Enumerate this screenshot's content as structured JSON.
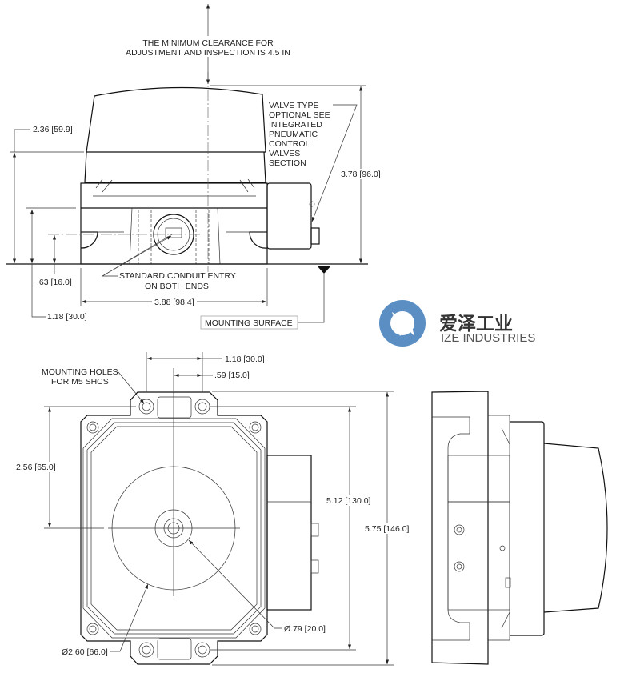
{
  "front_view": {
    "clearance_note_line1": "THE MINIMUM CLEARANCE FOR",
    "clearance_note_line2": "ADJUSTMENT AND INSPECTION IS 4.5 IN",
    "valve_note": [
      "VALVE TYPE",
      "OPTIONAL SEE",
      "INTEGRATED",
      "PNEUMATIC",
      "CONTROL",
      "VALVES",
      "SECTION"
    ],
    "dim_height_total": "3.78 [96.0]",
    "dim_height_body": "2.36 [59.9]",
    "dim_height_base": "1.18 [30.0]",
    "dim_conduit_height": ".63 [16.0]",
    "dim_width": "3.88 [98.4]",
    "conduit_note_line1": "STANDARD CONDUIT ENTRY",
    "conduit_note_line2": "ON BOTH ENDS",
    "mounting_surface": "MOUNTING SURFACE"
  },
  "top_view": {
    "mounting_holes_line1": "MOUNTING HOLES",
    "mounting_holes_line2": "FOR M5 SHCS",
    "dim_hole_spacing": "1.18 [30.0]",
    "dim_hole_offset": ".59 [15.0]",
    "dim_half_height": "2.56 [65.0]",
    "dim_hole_pitch": "5.12 [130.0]",
    "dim_overall_height": "5.75 [146.0]",
    "dim_small_dia": "Ø.79 [20.0]",
    "dim_large_dia": "Ø2.60 [66.0]"
  },
  "logo": {
    "name_cn": "爱泽工业",
    "name_en": "IZE INDUSTRIES",
    "color": "#5b8fc4"
  }
}
